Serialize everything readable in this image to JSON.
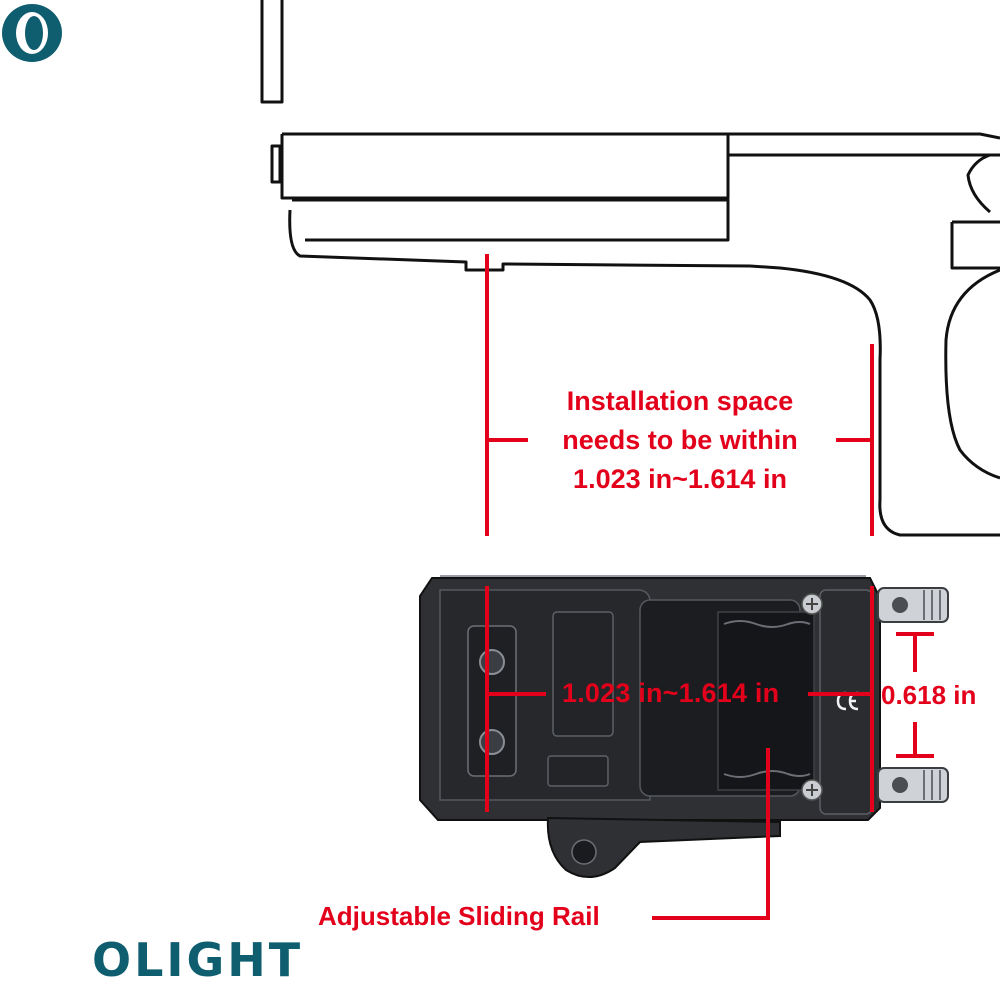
{
  "labels": {
    "installation_space": [
      "Installation space",
      "needs to be within",
      "1.023 in~1.614 in"
    ],
    "inner_dimension": "1.023 in~1.614 in",
    "rail_height": "0.618 in",
    "sliding_rail": "Adjustable Sliding Rail"
  },
  "brand": {
    "name": "OLIGHT",
    "logo_icon": "olight-logo-icon"
  },
  "icons": {
    "certification_mark": "ce-mark-icon"
  },
  "colors": {
    "annotation_red": "#e3001b",
    "brand_teal": "#0f5e70",
    "outline": "#111111",
    "device_body": "#2e3034"
  }
}
